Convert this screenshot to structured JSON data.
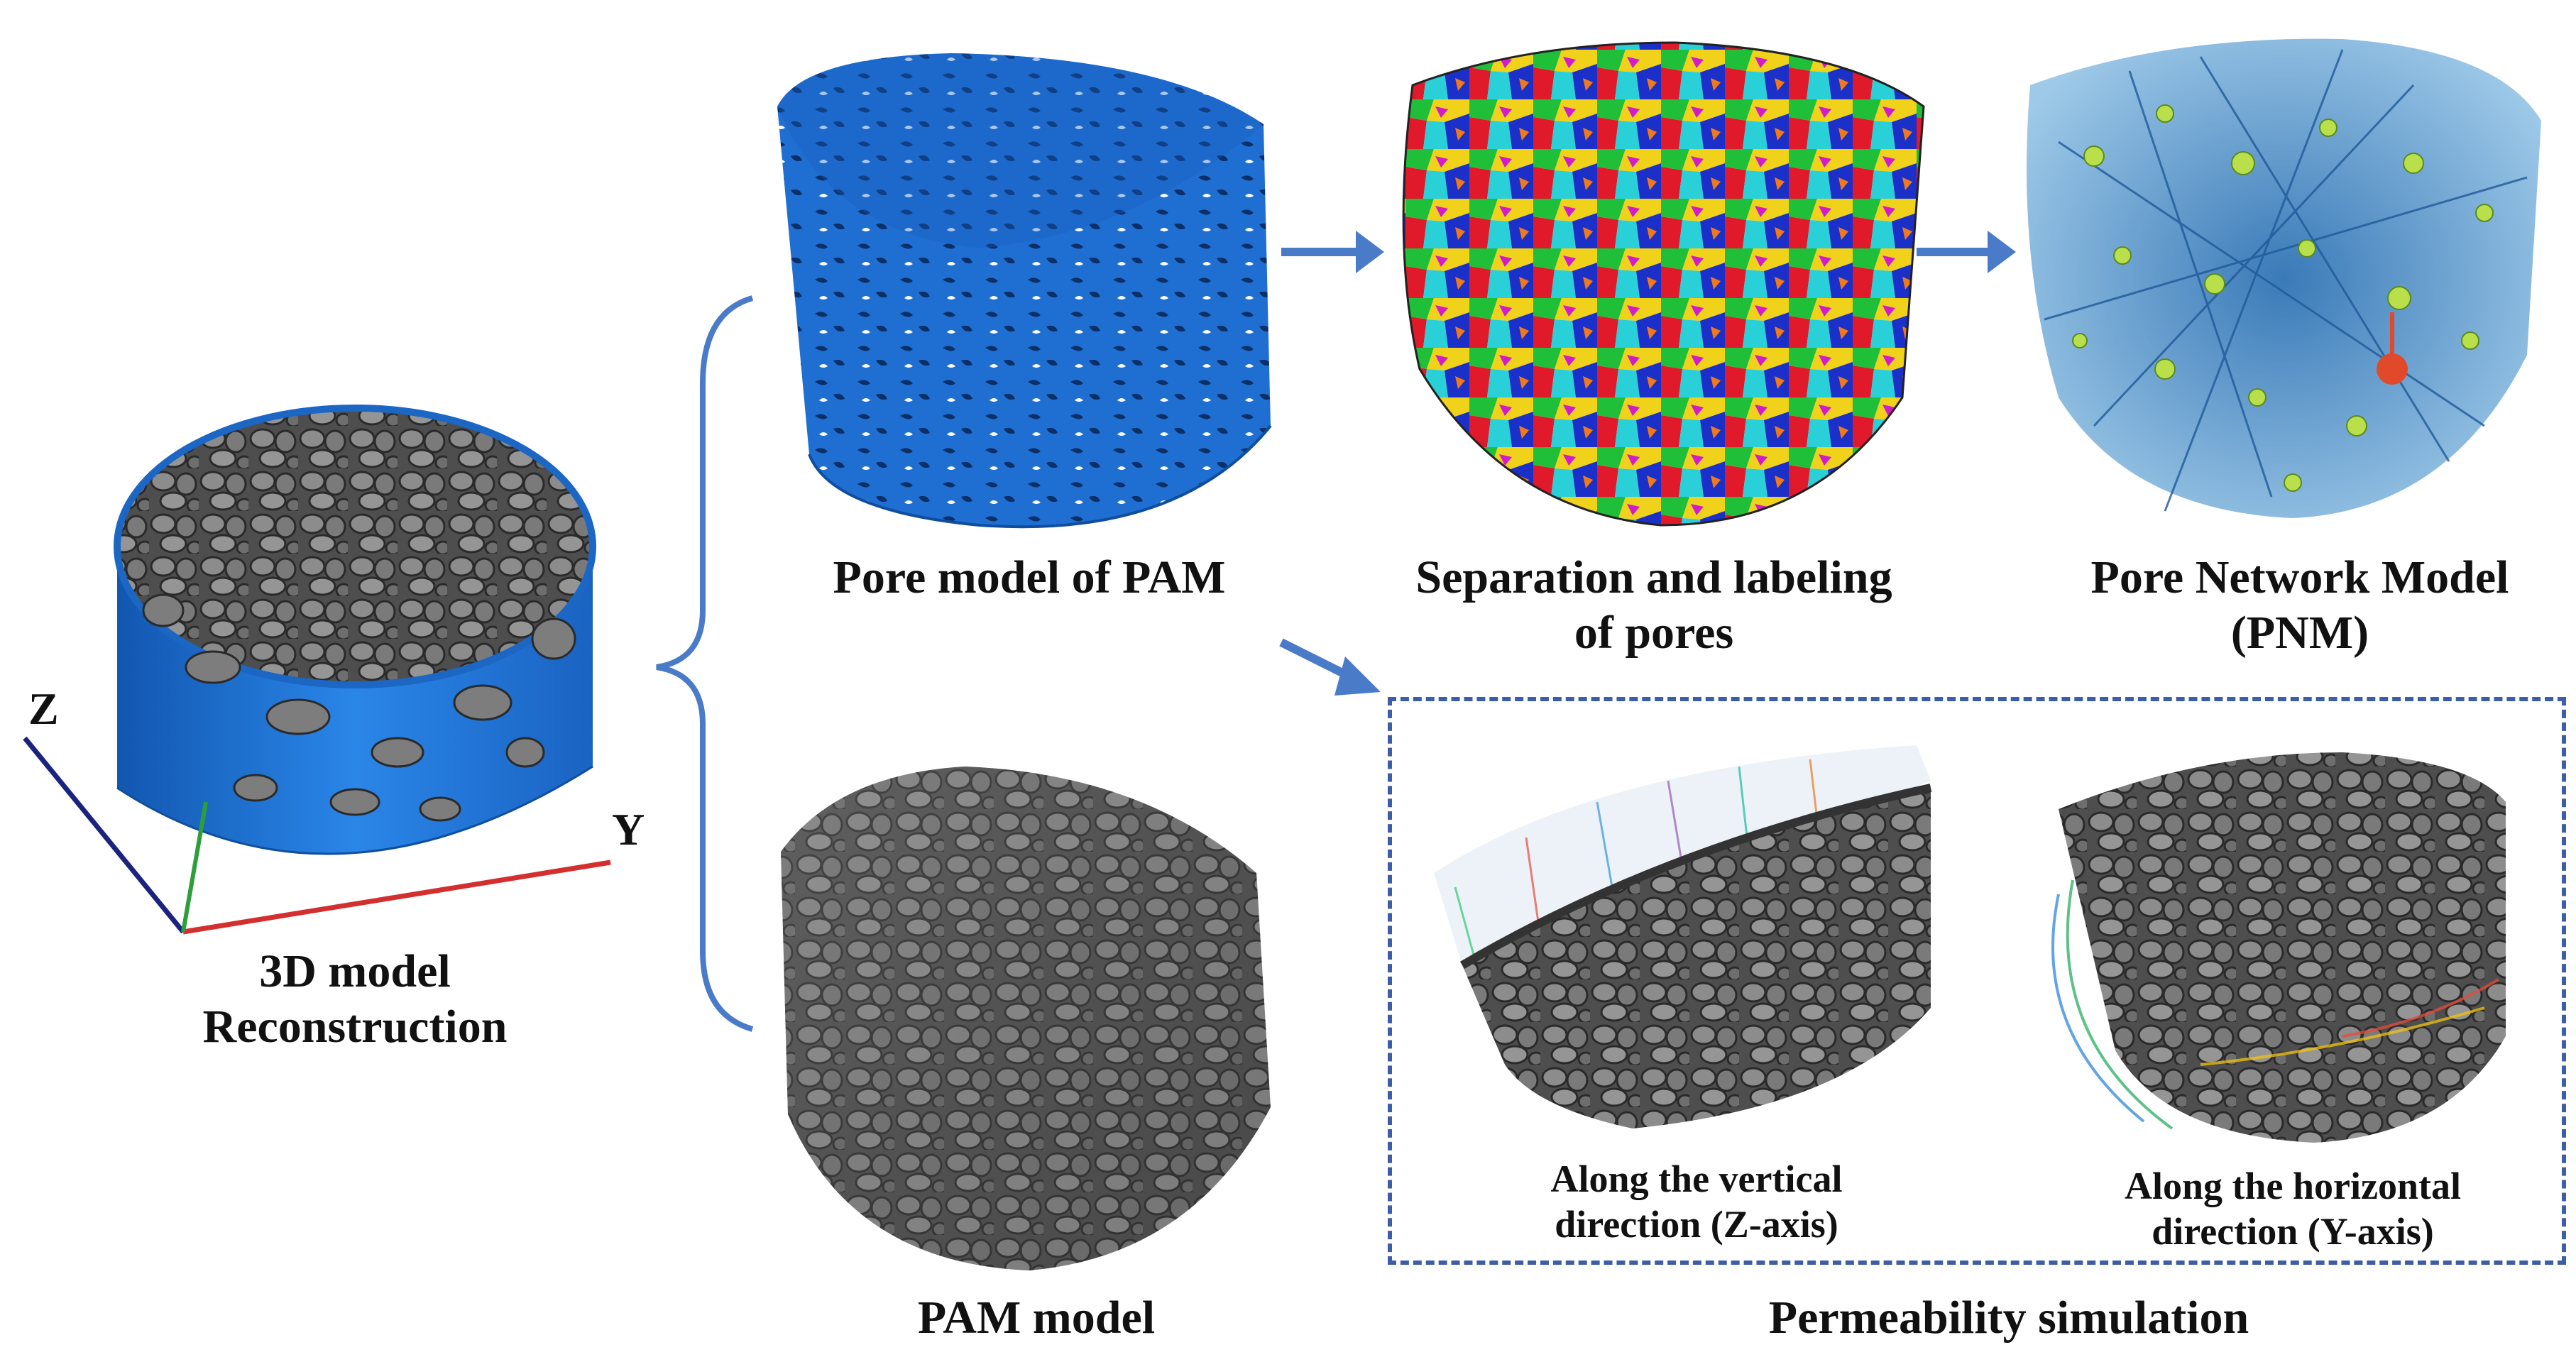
{
  "labels": {
    "reconstruction_line1": "3D model",
    "reconstruction_line2": "Reconstruction",
    "pore_model": "Pore model of PAM",
    "separation_line1": "Separation and labeling",
    "separation_line2": "of pores",
    "pnm_line1": "Pore Network Model",
    "pnm_line2": "(PNM)",
    "pam_model": "PAM model",
    "vertical_line1": "Along the vertical",
    "vertical_line2": "direction (Z-axis)",
    "horizontal_line1": "Along the horizontal",
    "horizontal_line2": "direction (Y-axis)",
    "permeability": "Permeability simulation"
  },
  "axes": {
    "z": "Z",
    "y": "Y"
  },
  "colors": {
    "pore_blue": "#1e6fd0",
    "arrow_blue": "#4a7bc9",
    "dash_box": "#3b5ea6",
    "axis_z": "#1a237e",
    "axis_y": "#d32f2f",
    "axis_x": "#2e9e3a",
    "rock_gray": "#6b6b6b"
  }
}
